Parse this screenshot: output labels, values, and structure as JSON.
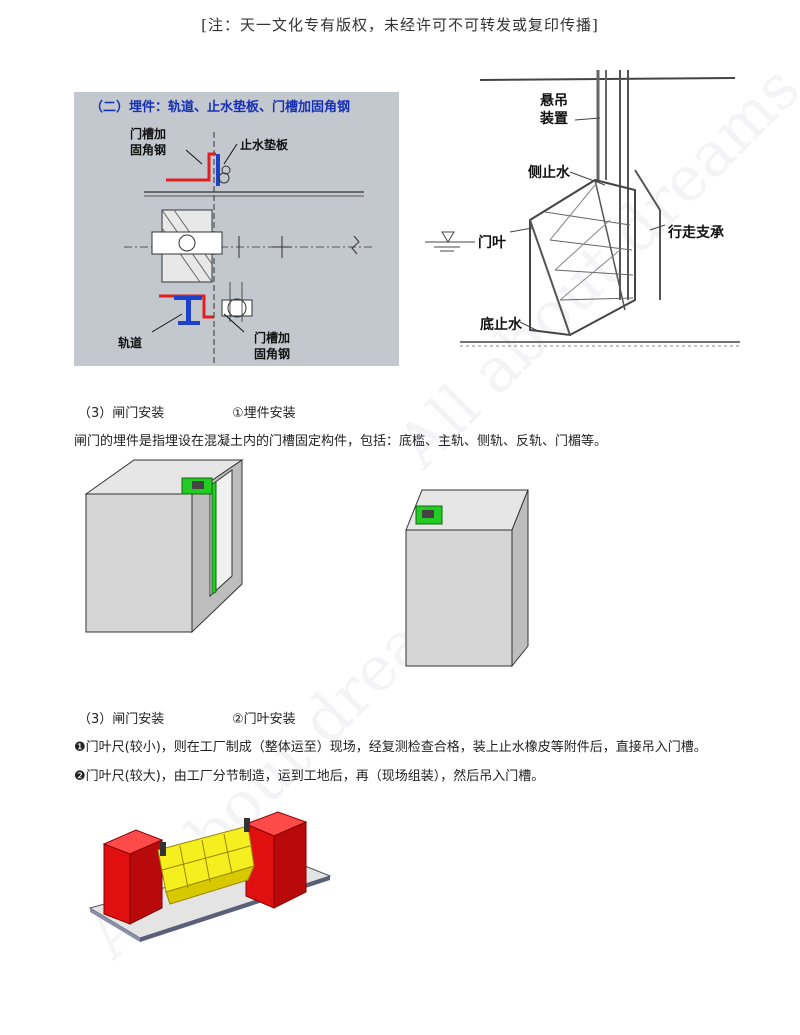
{
  "header": {
    "copyright_note": "[注：天一文化专有版权，未经许可不可转发或复印传播]"
  },
  "figure1": {
    "title": "（二）埋件：轨道、止水垫板、门槽加固角钢",
    "labels": {
      "top_left": "门槽加\n固角钢",
      "water_stop_plate": "止水垫板",
      "rail": "轨道",
      "bottom_right": "门槽加\n固角钢"
    },
    "colors": {
      "background": "#c3c8cf",
      "title": "#1530b5",
      "red_part": "#e02020",
      "blue_rail": "#1e40c8"
    }
  },
  "figure2": {
    "labels": {
      "suspension": "悬吊\n装置",
      "side_seal": "侧止水",
      "travel_support": "行走支承",
      "gate_leaf": "门叶",
      "bottom_seal": "底止水"
    }
  },
  "section1": {
    "heading_left": "（3）闸门安装",
    "heading_right": "①埋件安装",
    "paragraph": "闸门的埋件是指埋设在混凝土内的门槽固定构件，包括：底槛、主轨、侧轨、反轨、门楣等。"
  },
  "section2": {
    "heading_left": "（3）闸门安装",
    "heading_right": "②门叶安装",
    "item1": "❶门叶尺(较小)，则在工厂制成（整体运至）现场，经复测检查合格，装上止水橡皮等附件后，直接吊入门槽。",
    "item2": "❷门叶尺(较大)，由工厂分节制造，运到工地后，再（现场组装），然后吊入门槽。"
  },
  "colors": {
    "green_part": "#22cc22",
    "block_gray": "#d8d8d8",
    "model_red": "#e01010",
    "model_yellow": "#f5ef20"
  }
}
